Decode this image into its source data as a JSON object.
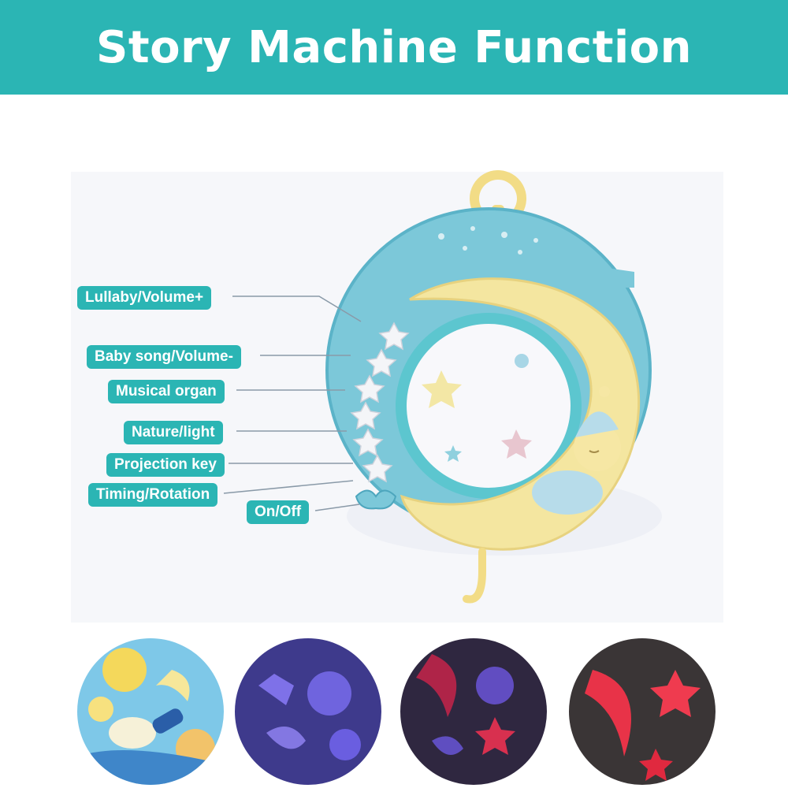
{
  "header": {
    "title": "Story Machine Function",
    "background": "#2bb5b4"
  },
  "colors": {
    "accent": "#2bb5b4",
    "device_blue": "#7cc8d9",
    "moon_yellow": "#f4e6a0"
  },
  "labels": [
    {
      "id": "lullaby",
      "text": "Lullaby/Volume+"
    },
    {
      "id": "baby-song",
      "text": "Baby song/Volume-"
    },
    {
      "id": "musical-organ",
      "text": "Musical organ"
    },
    {
      "id": "nature-light",
      "text": "Nature/light"
    },
    {
      "id": "projection-key",
      "text": "Projection key"
    },
    {
      "id": "timing-rotation",
      "text": "Timing/Rotation"
    },
    {
      "id": "on-off",
      "text": "On/Off"
    }
  ],
  "projections": [
    {
      "id": "cartoon-projection",
      "icon": "cartoon-scene-icon"
    },
    {
      "id": "blue-projection",
      "icon": "blue-light-icon"
    },
    {
      "id": "mixed-projection",
      "icon": "red-blue-light-icon"
    },
    {
      "id": "red-projection",
      "icon": "red-star-moon-icon"
    }
  ]
}
